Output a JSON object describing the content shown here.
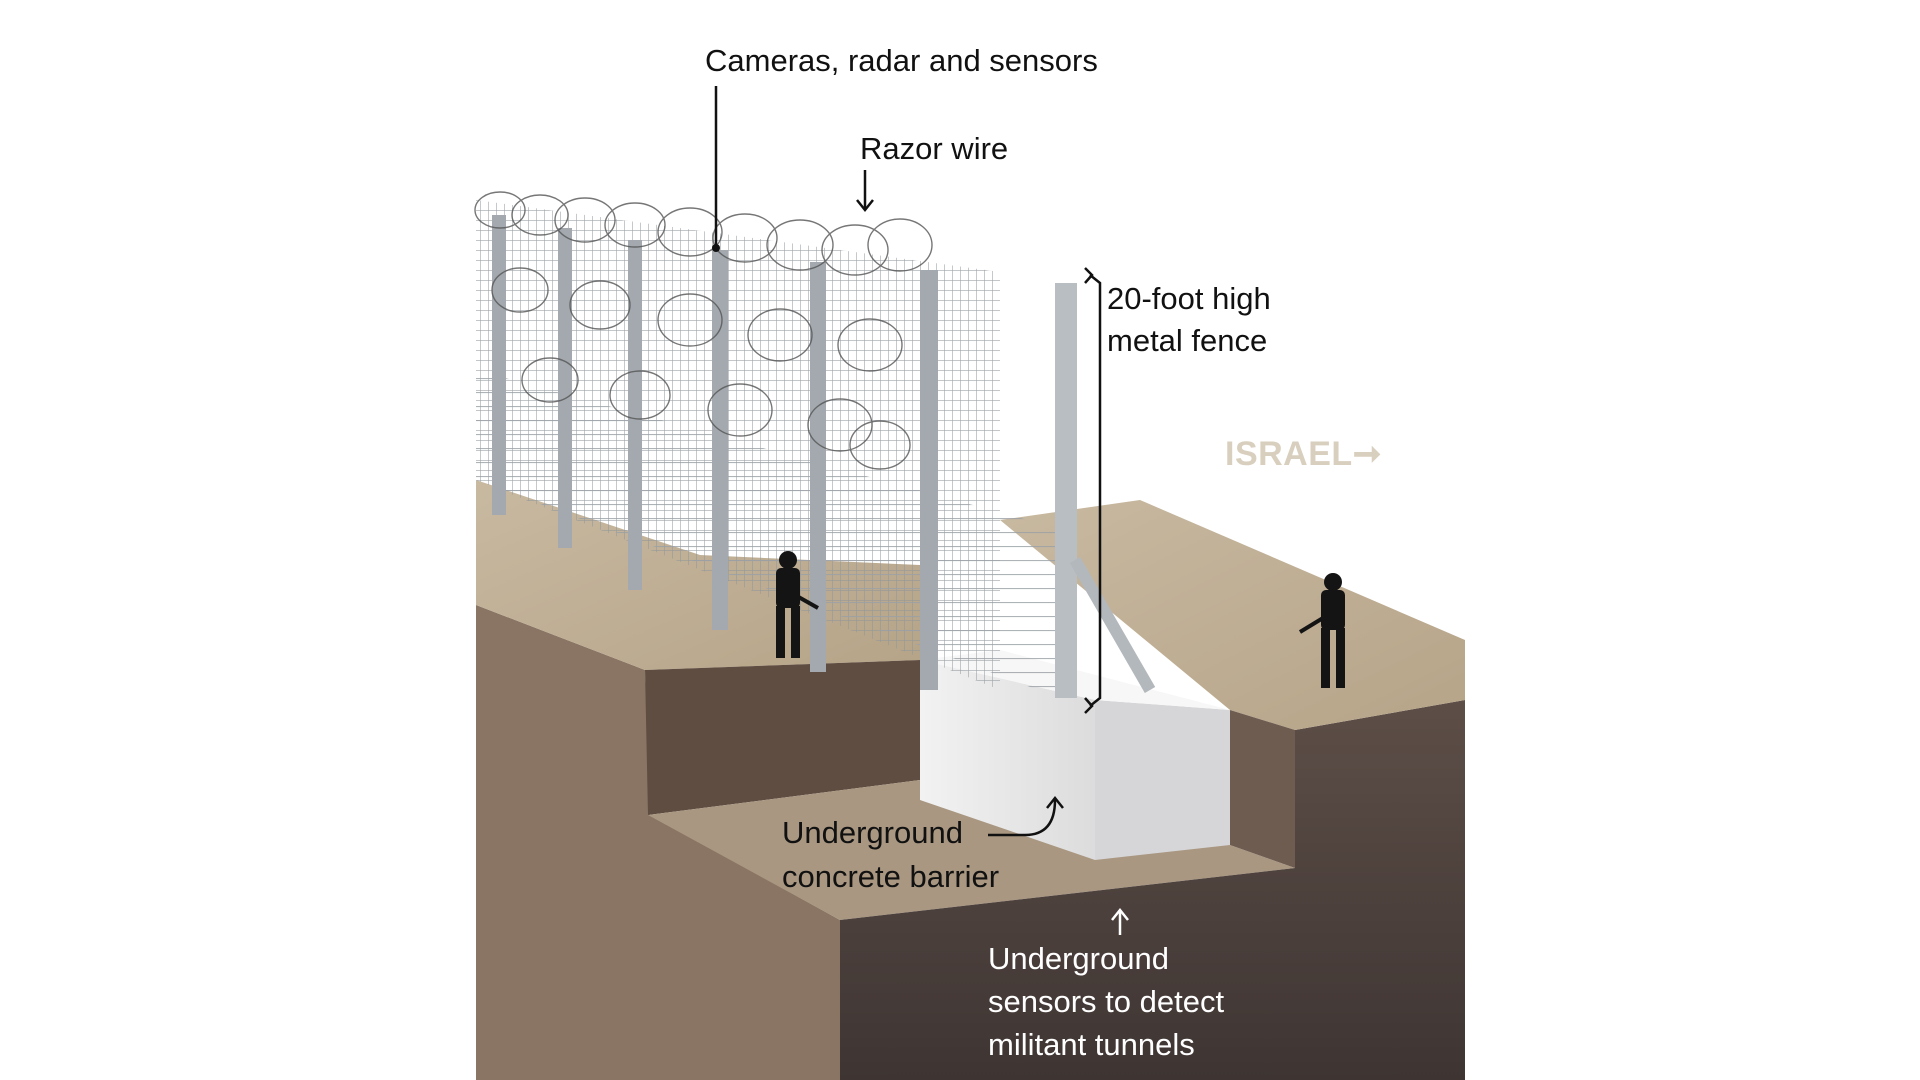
{
  "labels": {
    "cameras": "Cameras, radar and sensors",
    "razor_wire": "Razor wire",
    "fence_line1": "20-foot high",
    "fence_line2": "metal fence",
    "country": "ISRAEL",
    "country_arrow": "➞",
    "barrier_line1": "Underground",
    "barrier_line2": "concrete barrier",
    "sensors_line1": "Underground",
    "sensors_line2": "sensors to detect",
    "sensors_line3": "militant tunnels"
  },
  "colors": {
    "ground_top": "#bfae95",
    "earth_dark": "#4f4440",
    "earth_mid": "#6e5a4a",
    "concrete": "#e9e9ea",
    "fence": "#9ea3a8",
    "silhouette": "#141414",
    "country_label": "#d9cfbe"
  }
}
